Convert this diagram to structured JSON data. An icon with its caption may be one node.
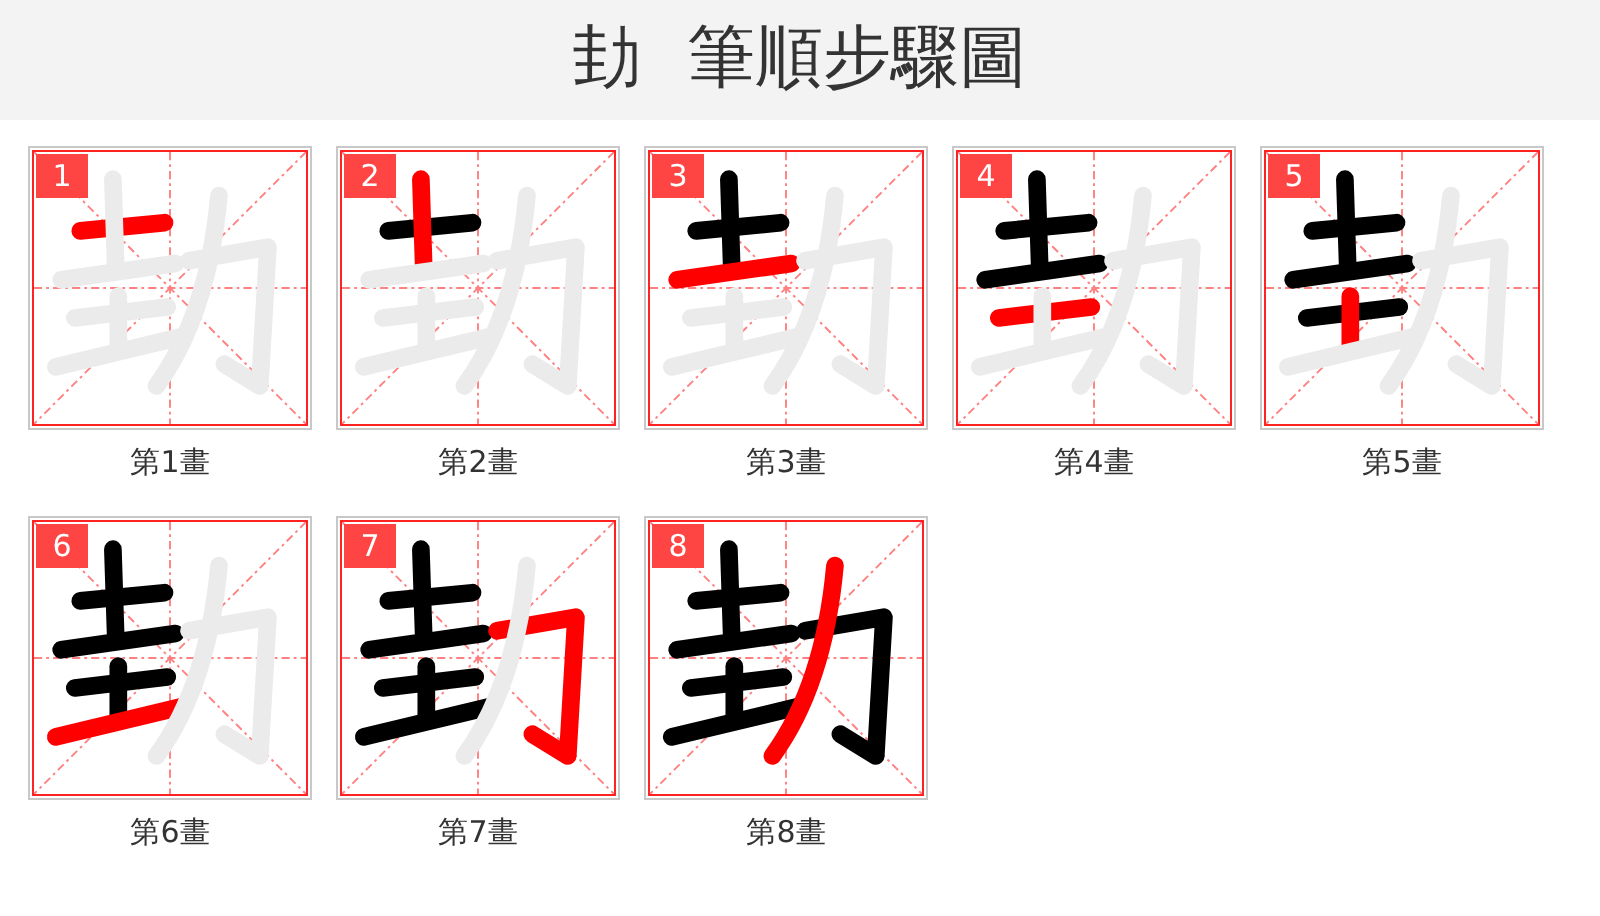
{
  "diagram": {
    "title": "劸 筆順步驟圖",
    "nodes": [
      {
        "text": [
          "1"
        ],
        "beside": [
          "第1畫"
        ]
      },
      {
        "text": [
          "2"
        ],
        "beside": [
          "第2畫"
        ]
      },
      {
        "text": [
          "3"
        ],
        "beside": [
          "第3畫"
        ]
      },
      {
        "text": [
          "4"
        ],
        "beside": [
          "第4畫"
        ]
      },
      {
        "text": [
          "5"
        ],
        "beside": [
          "第5畫"
        ]
      },
      {
        "text": [
          "6"
        ],
        "beside": [
          "第6畫"
        ]
      },
      {
        "text": [
          "7"
        ],
        "beside": [
          "第7畫"
        ]
      },
      {
        "text": [
          "8"
        ],
        "beside": [
          "第8畫"
        ]
      }
    ]
  }
}
